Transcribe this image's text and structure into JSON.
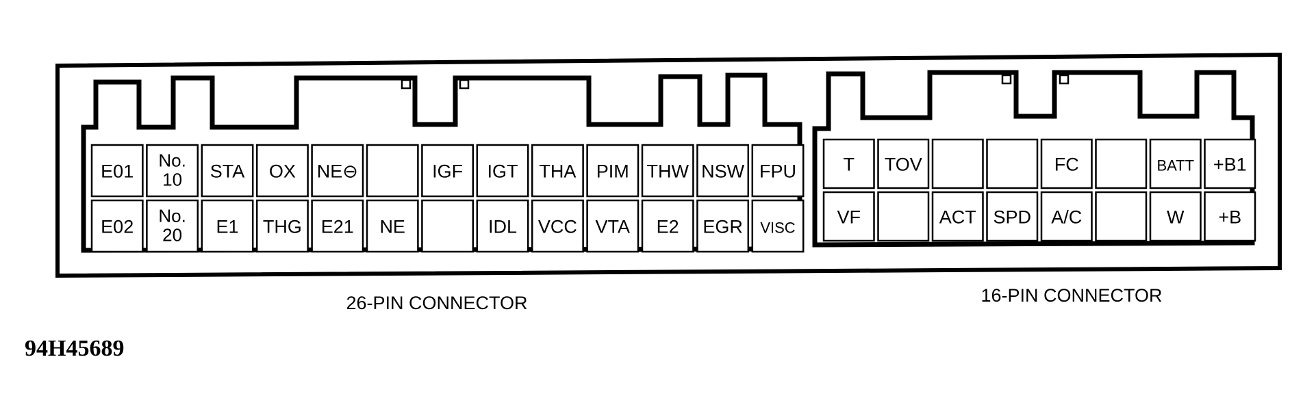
{
  "connector_26": {
    "label": "26-PIN CONNECTOR",
    "row1": [
      "E01",
      "No.\n10",
      "STA",
      "OX",
      "NE⊖",
      "",
      "IGF",
      "IGT",
      "THA",
      "PIM",
      "THW",
      "NSW",
      "FPU"
    ],
    "row2": [
      "E02",
      "No.\n20",
      "E1",
      "THG",
      "E21",
      "NE",
      "",
      "IDL",
      "VCC",
      "VTA",
      "E2",
      "EGR",
      "VISC"
    ]
  },
  "connector_16": {
    "label": "16-PIN CONNECTOR",
    "row1": [
      "T",
      "TOV",
      "",
      "",
      "FC",
      "",
      "BATT",
      "+B1"
    ],
    "row2": [
      "VF",
      "",
      "ACT",
      "SPD",
      "A/C",
      "",
      "W",
      "+B"
    ]
  },
  "figure_id": "94H45689"
}
